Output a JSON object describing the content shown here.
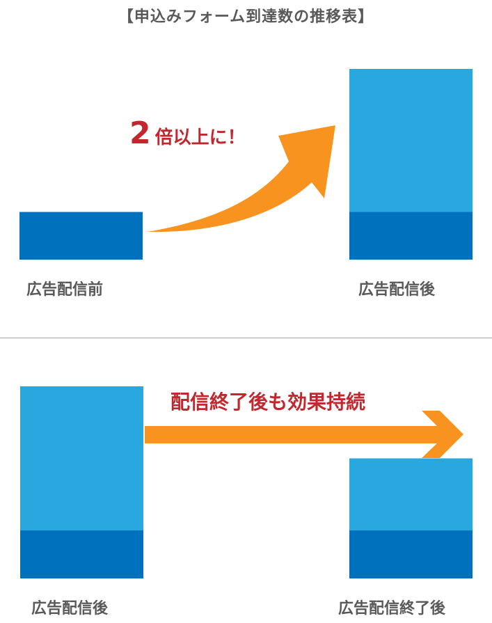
{
  "title": "【申込みフォーム到達数の推移表】",
  "colors": {
    "bar_light": "#29a8e0",
    "bar_dark": "#0071bc",
    "arrow": "#f7931e",
    "callout": "#c1272d",
    "label": "#595959"
  },
  "chart_data": [
    {
      "type": "bar",
      "categories": [
        "広告配信前",
        "広告配信後"
      ],
      "stacks": [
        {
          "base": 1,
          "total": 1
        },
        {
          "base": 1,
          "total": 4
        }
      ],
      "annotation": {
        "number": "2",
        "text": "倍以上に！"
      }
    },
    {
      "type": "bar",
      "categories": [
        "広告配信後",
        "広告配信終了後"
      ],
      "stacks": [
        {
          "base": 1,
          "total": 4
        },
        {
          "base": 1,
          "total": 2.5
        }
      ],
      "annotation": {
        "text": "配信終了後も効果持続"
      }
    }
  ]
}
